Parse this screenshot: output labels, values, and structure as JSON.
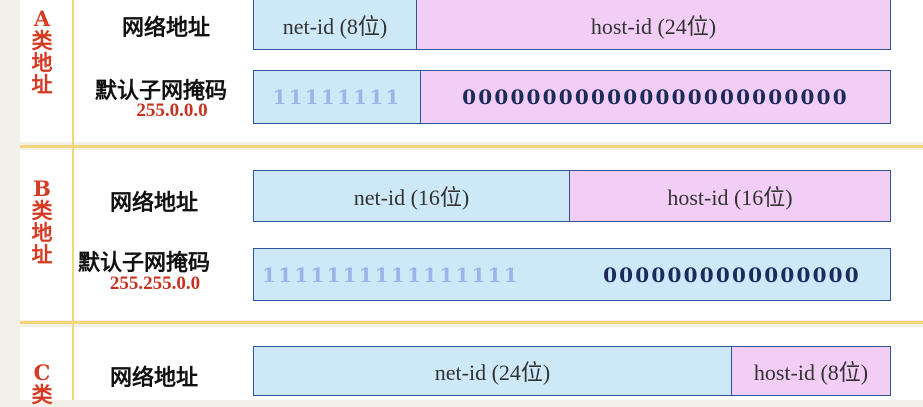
{
  "classes": [
    {
      "id": "a",
      "label_chars": [
        "A",
        "类",
        "地",
        "址"
      ],
      "network_address_label": "网络地址",
      "mask_label": "默认子网掩码",
      "mask_value": "255.0.0.0",
      "net_text": "net-id (8位)",
      "host_text": "host-id (24位)",
      "mask_ones": "11111111",
      "mask_zeros": "000000000000000000000000"
    },
    {
      "id": "b",
      "label_chars": [
        "B",
        "类",
        "地",
        "址"
      ],
      "network_address_label": "网络地址",
      "mask_label": "默认子网掩码",
      "mask_value": "255.255.0.0",
      "net_text": "net-id (16位)",
      "host_text": "host-id (16位)",
      "mask_ones": "1111111111111111",
      "mask_zeros": "0000000000000000"
    },
    {
      "id": "c",
      "label_chars": [
        "C",
        "类"
      ],
      "network_address_label": "网络地址",
      "net_text": "net-id (24位)",
      "host_text": "host-id (8位)"
    }
  ],
  "colors": {
    "net_fill": "#cde9f7",
    "host_fill": "#f2cdf5",
    "border": "#2f5597",
    "class_label": "#d63a22",
    "divider": "#f2d77a"
  }
}
